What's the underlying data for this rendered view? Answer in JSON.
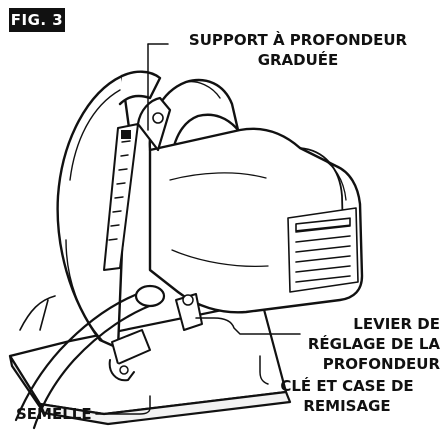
{
  "figure": {
    "badge": "FIG. 3"
  },
  "callouts": {
    "depth_support": {
      "line1": "SUPPORT À PROFONDEUR",
      "line2": "GRADUÉE"
    },
    "depth_lever": {
      "line1": "LEVIER DE",
      "line2": "RÉGLAGE DE LA",
      "line3": "PROFONDEUR"
    },
    "wrench": {
      "line1": "CLÉ ET CASE DE",
      "line2": "REMISAGE"
    },
    "base": {
      "line1": "SEMELLE"
    }
  },
  "colors": {
    "ink": "#111111",
    "paper": "#ffffff"
  }
}
